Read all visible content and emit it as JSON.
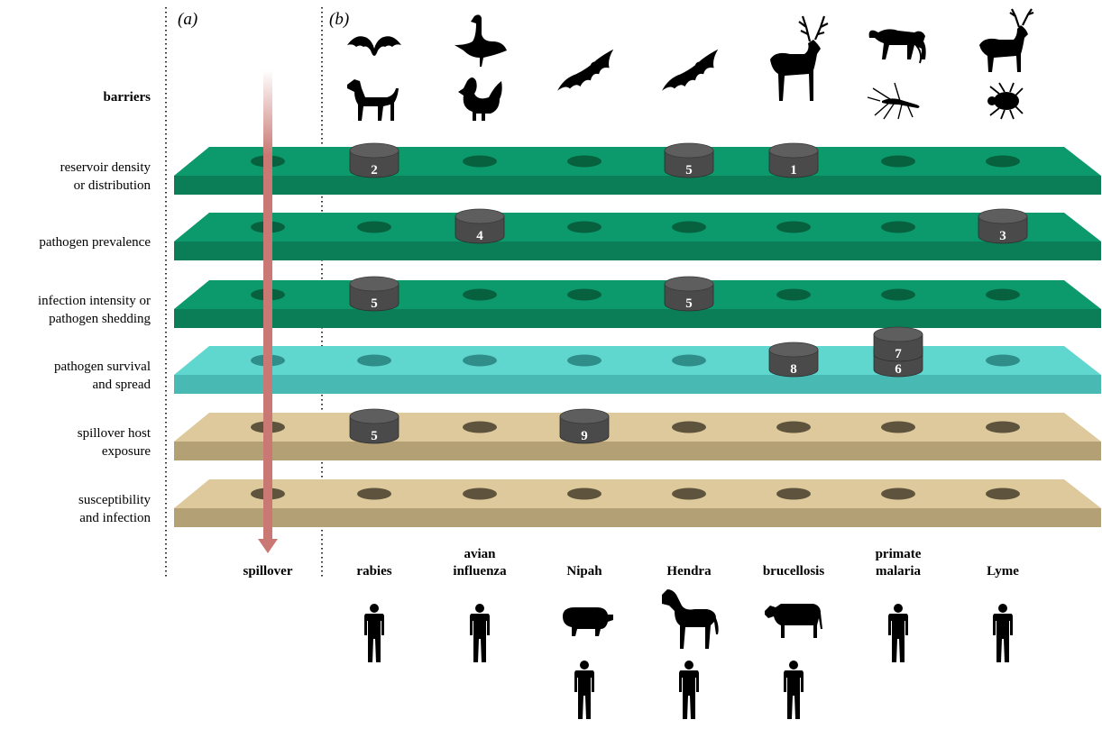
{
  "panels": {
    "a": "(a)",
    "b": "(b)"
  },
  "barriers_heading": "barriers",
  "spillover_label": "spillover",
  "colors": {
    "green_top": "#0c9a6c",
    "green_front": "#0b7e57",
    "green_hole": "#07613f",
    "teal_top": "#5fd7cf",
    "teal_front": "#49bab3",
    "teal_hole": "#2f8e89",
    "tan_top": "#ddc99b",
    "tan_front": "#b3a175",
    "tan_hole": "#5e543e",
    "disc": "#4a4a4a",
    "disc_top": "#5e5e5e",
    "arrow": "#c97873"
  },
  "layers": [
    {
      "label": [
        "reservoir density",
        "or distribution"
      ],
      "theme": "green"
    },
    {
      "label": [
        "pathogen prevalence"
      ],
      "theme": "green"
    },
    {
      "label": [
        "infection intensity or",
        "pathogen shedding"
      ],
      "theme": "green"
    },
    {
      "label": [
        "pathogen survival",
        "and spread"
      ],
      "theme": "teal"
    },
    {
      "label": [
        "spillover host",
        "exposure"
      ],
      "theme": "tan"
    },
    {
      "label": [
        "susceptibility",
        "and infection"
      ],
      "theme": "tan"
    }
  ],
  "diseases": [
    {
      "name": [
        "rabies"
      ],
      "reservoir_icons": [
        "bat-icon",
        "dog-icon"
      ],
      "spillover_hosts": [
        "human-icon"
      ]
    },
    {
      "name": [
        "avian",
        "influenza"
      ],
      "reservoir_icons": [
        "goose-icon",
        "chicken-icon"
      ],
      "spillover_hosts": [
        "human-icon"
      ]
    },
    {
      "name": [
        "Nipah"
      ],
      "reservoir_icons": [
        "fruit-bat-icon"
      ],
      "spillover_hosts": [
        "pig-icon",
        "human-icon"
      ]
    },
    {
      "name": [
        "Hendra"
      ],
      "reservoir_icons": [
        "fruit-bat-icon"
      ],
      "spillover_hosts": [
        "horse-icon",
        "human-icon"
      ]
    },
    {
      "name": [
        "brucellosis"
      ],
      "reservoir_icons": [
        "elk-icon"
      ],
      "spillover_hosts": [
        "cow-icon",
        "human-icon"
      ]
    },
    {
      "name": [
        "primate",
        "malaria"
      ],
      "reservoir_icons": [
        "monkey-icon",
        "mosquito-icon"
      ],
      "spillover_hosts": [
        "human-icon"
      ]
    },
    {
      "name": [
        "Lyme"
      ],
      "reservoir_icons": [
        "deer-icon",
        "tick-icon"
      ],
      "spillover_hosts": [
        "human-icon"
      ]
    }
  ],
  "barrier_markers": [
    {
      "disease": 0,
      "layer": 0,
      "label": "2"
    },
    {
      "disease": 3,
      "layer": 0,
      "label": "5"
    },
    {
      "disease": 4,
      "layer": 0,
      "label": "1"
    },
    {
      "disease": 1,
      "layer": 1,
      "label": "4"
    },
    {
      "disease": 6,
      "layer": 1,
      "label": "3"
    },
    {
      "disease": 0,
      "layer": 2,
      "label": "5"
    },
    {
      "disease": 3,
      "layer": 2,
      "label": "5"
    },
    {
      "disease": 4,
      "layer": 3,
      "label": "8"
    },
    {
      "disease": 5,
      "layer": 3,
      "label": "6"
    },
    {
      "disease": 5,
      "layer": 3,
      "label": "7"
    },
    {
      "disease": 0,
      "layer": 4,
      "label": "5"
    },
    {
      "disease": 2,
      "layer": 4,
      "label": "9"
    }
  ]
}
